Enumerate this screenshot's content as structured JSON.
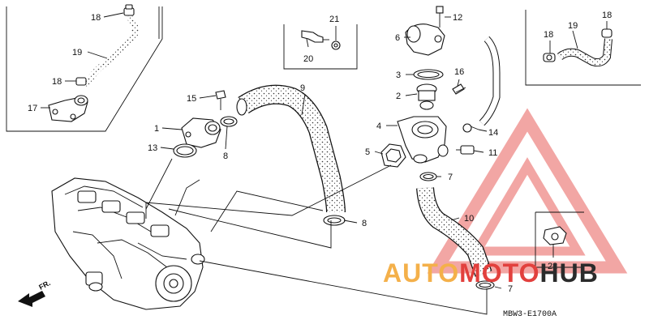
{
  "callouts": {
    "c1": "1",
    "c2": "2",
    "c3": "3",
    "c4": "4",
    "c5": "5",
    "c6": "6",
    "c7a": "7",
    "c7b": "7",
    "c8a": "8",
    "c8b": "8",
    "c9": "9",
    "c10": "10",
    "c11": "11",
    "c12": "12",
    "c13": "13",
    "c14": "14",
    "c15": "15",
    "c16": "16",
    "c17": "17",
    "c18a": "18",
    "c18b": "18",
    "c18c": "18",
    "c18d": "18",
    "c19a": "19",
    "c19b": "19",
    "c20": "20",
    "c21": "21",
    "c22": "22"
  },
  "diagram_code": "MBW3-E1700A",
  "direction_label": "FR.",
  "watermark": {
    "part1": "AUTO",
    "part2": "MOTO",
    "part3": "HUB",
    "colors": {
      "orange": "#f4b04a",
      "red": "#e2403d",
      "dark": "#2b2b2b"
    }
  }
}
